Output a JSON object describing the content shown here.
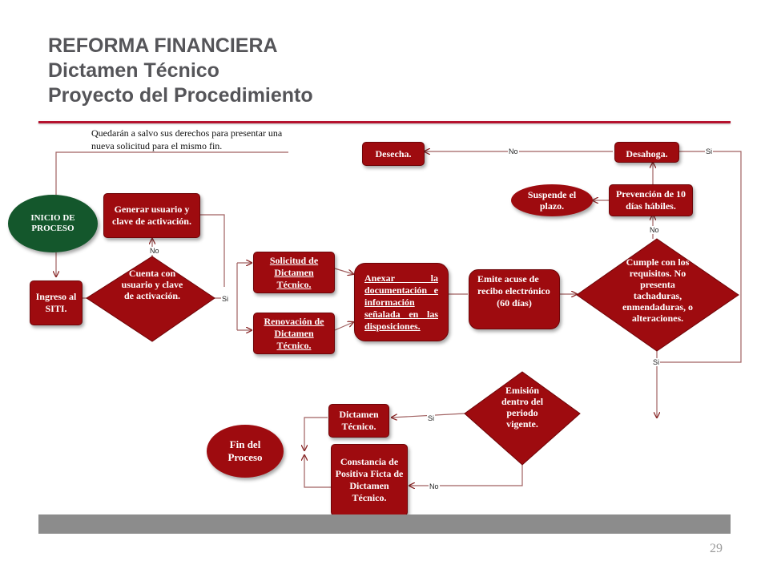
{
  "title": {
    "line1": "REFORMA FINANCIERA",
    "line2": "Dictamen Técnico",
    "line3": "Proyecto del Procedimiento"
  },
  "note": "Quedarán a salvo sus derechos para presentar una nueva solicitud para el mismo fin.",
  "page_number": "29",
  "colors": {
    "primary_shape": "#9e0b0f",
    "start_oval": "#14572c",
    "accent_line": "#b5122e",
    "footer_bar": "#8c8c8c"
  },
  "nodes": {
    "inicio": "INICIO DE PROCESO",
    "ingreso": "Ingreso al SITI.",
    "generar": "Generar usuario y clave de activación.",
    "cuenta": "Cuenta con usuario y clave de activación.",
    "solicitud": "Solicitud de Dictamen Técnico.",
    "renovacion": "Renovación de Dictamen Técnico.",
    "anexar": "Anexar la documentación e información señalada en las disposiciones.",
    "emite": "Emite acuse de recibo electrónico",
    "emite_dias": "(60 días)",
    "cumple": "Cumple con los requisitos. No presenta tachaduras, enmendaduras, o alteraciones.",
    "desecha": "Desecha.",
    "desahoga": "Desahoga.",
    "suspende": "Suspende el plazo.",
    "prevencion": "Prevención de 10 días hábiles.",
    "emision": "Emisión dentro del periodo vigente.",
    "dictamen": "Dictamen Técnico.",
    "constancia": "Constancia de Positiva Ficta de Dictamen Técnico.",
    "fin": "Fin del Proceso"
  },
  "labels": {
    "no_cuenta": "No",
    "si_cuenta": "Si",
    "no_desecha": "No",
    "si_desahoga": "Si",
    "no_cumple": "No",
    "si_cumple": "Si",
    "si_emision": "Si",
    "no_emision": "No"
  }
}
